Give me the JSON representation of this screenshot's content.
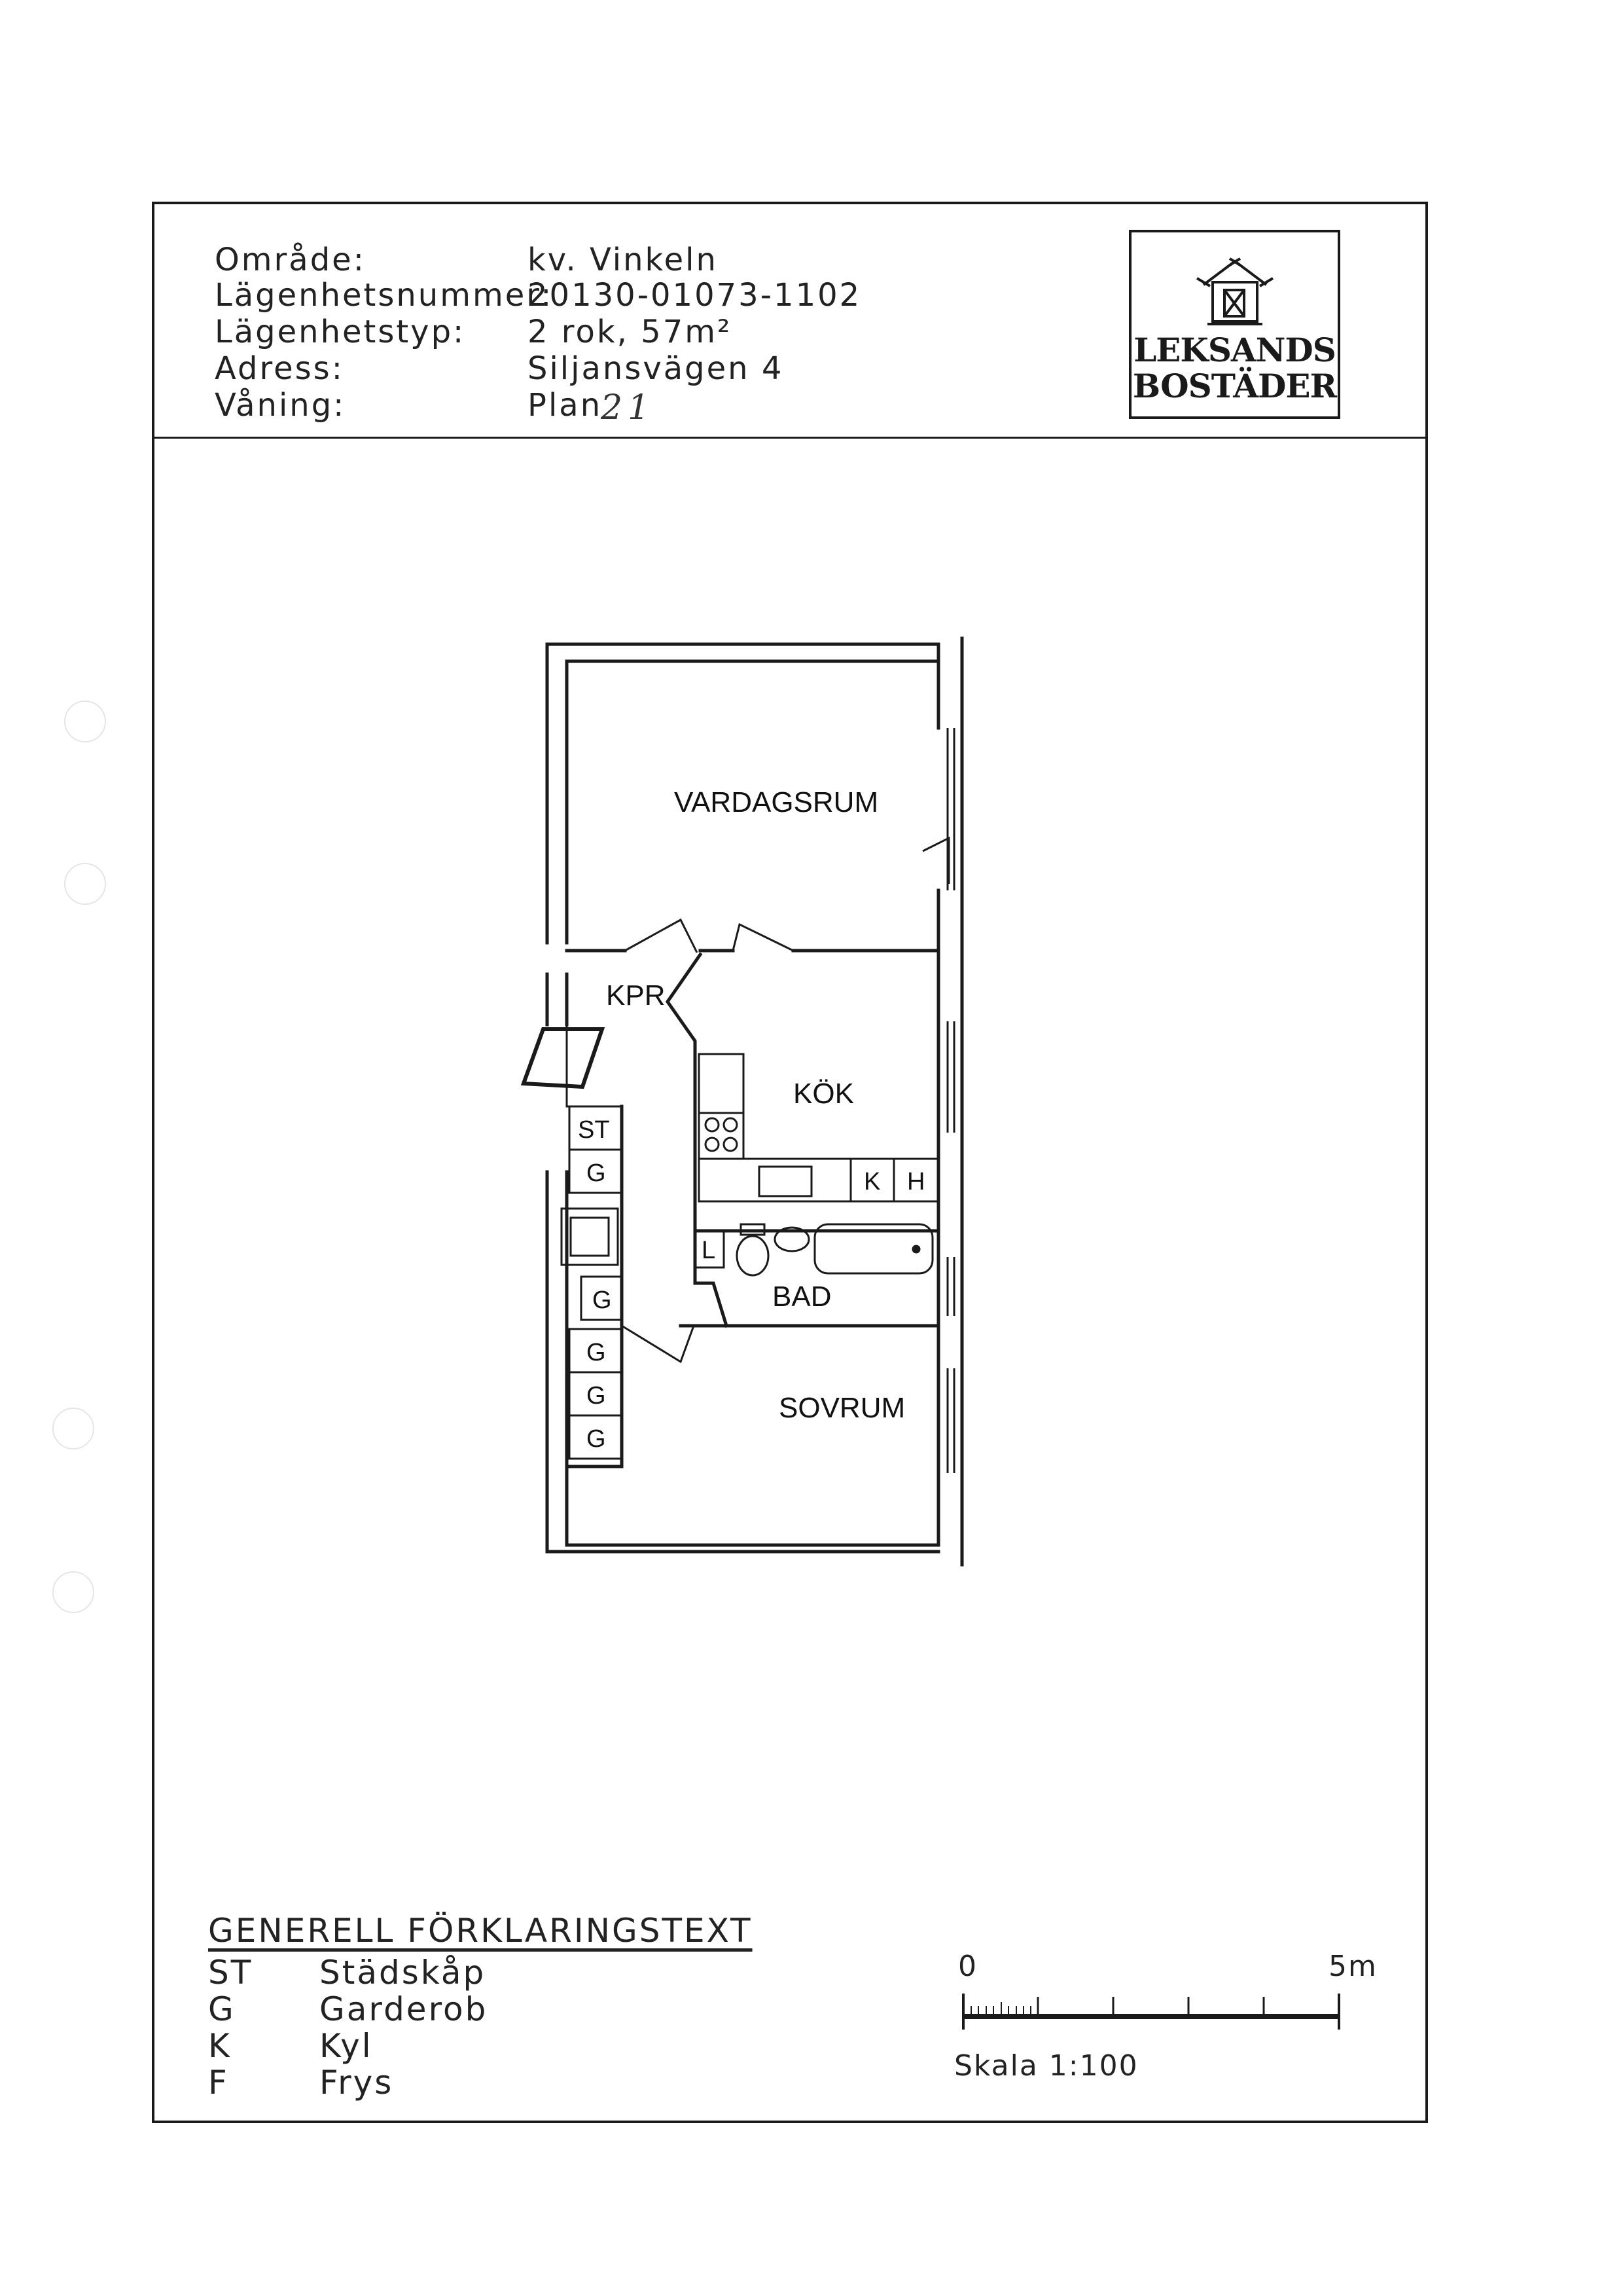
{
  "header": {
    "fields": [
      {
        "label": "Område:",
        "value": "kv. Vinkeln"
      },
      {
        "label": "Lägenhetsnummer:",
        "value": "20130-01073-1102"
      },
      {
        "label": "Lägenhetstyp:",
        "value": "2 rok, 57m²"
      },
      {
        "label": "Adress:",
        "value": "Siljansvägen 4"
      },
      {
        "label": "Våning:",
        "value": "Plan"
      }
    ],
    "handwritten_floor": "21"
  },
  "logo": {
    "line1": "LEKSANDS",
    "line2": "BOSTÄDER",
    "icon": "house-logo-icon"
  },
  "plan": {
    "rooms": [
      "VARDAGSRUM",
      "KPR",
      "KÖK",
      "BAD",
      "SOVRUM"
    ],
    "fixtures": {
      "stadskap": "ST",
      "garderob": "G",
      "kyl": "K",
      "h": "H",
      "l": "L"
    }
  },
  "legend": {
    "title": "GENERELL FÖRKLARINGSTEXT",
    "items": [
      {
        "code": "ST",
        "desc": "Städskåp"
      },
      {
        "code": "G",
        "desc": "Garderob"
      },
      {
        "code": "K",
        "desc": "Kyl"
      },
      {
        "code": "F",
        "desc": "Frys"
      }
    ]
  },
  "scale": {
    "start_label": "0",
    "end_label": "5m",
    "caption": "Skala 1:100"
  },
  "colors": {
    "ink": "#1a1a1a",
    "paper": "#ffffff"
  }
}
